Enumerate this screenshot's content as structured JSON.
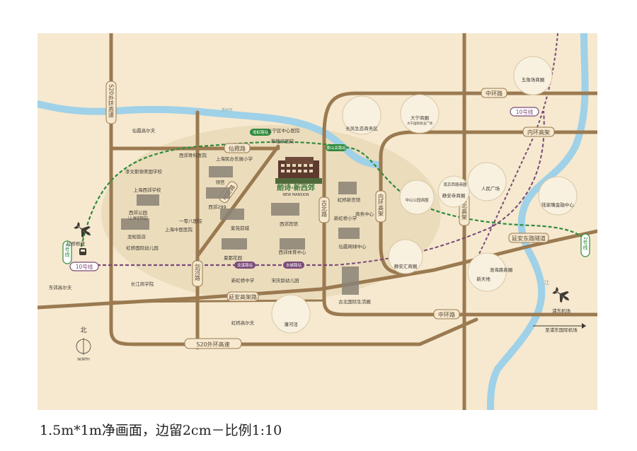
{
  "page": {
    "caption": "1.5m*1m净画面，边留2cm－比例1:10"
  },
  "colors": {
    "background": "#f6e9cf",
    "highlight_zone": "#ebdcbc",
    "road": "#9b7a51",
    "water": "#9fd1e8",
    "metro_line2": "#2f8a3c",
    "metro_line10": "#7a4a78",
    "label_text": "#3f3a33",
    "road_label_bg": "#f6e9cf"
  },
  "project": {
    "name_cn": "朗诗·新西郊",
    "name_en": "NEW MANSION"
  },
  "roads": {
    "s20_vertical": "S20外环高速",
    "s20_bottom": "S20外环高速",
    "xianxia": "仙霞路",
    "yanan_elevated": "延安高架路",
    "yanan_tunnel": "延安东路隧道",
    "zhongshan_west": "中环路",
    "zhongshan_east": "中环路",
    "inner_ring_top": "内环高架",
    "inner_ring_side": "内环高架",
    "north_south": "南北高架",
    "jianhe": "剑河路",
    "gubei": "古北路",
    "zhongshanxi": "中环路",
    "lushan": "哈密路"
  },
  "metro": {
    "line2_west": "2号线",
    "line2_east": "2号线",
    "line10_west": "10号线",
    "line10_east": "10号线",
    "stations_line2": [
      "淞虹路站",
      "娄山关路站"
    ],
    "stations_line10": [
      "龙溪路站",
      "水城路站"
    ]
  },
  "pois": {
    "hongqiao_airport": "虹桥枢纽",
    "pudong_airport": "浦东机场",
    "pudong_airport_road": "至浦东国际机场",
    "xianxia_gaoerfu": "仙霞高尔夫",
    "dongjiao_gaoerfu": "东郊高尔夫",
    "hongqiao_gaoerfu": "虹桥高尔夫",
    "changning_zhongxin": "长宁区中心医院",
    "heshan_hospital": "和睦家医院",
    "xijiao_kexue_hospital": "西郊骨科医院",
    "shanghai_minban": "上海民办东展小学",
    "lixing_shuangyu": "李文斯顿美国学校",
    "shanghai_xijiao_school": "上海西郊学校",
    "yizhi_hospital": "一零八医院",
    "xijiao_park": "西郊公园",
    "xijiao_park_sub": "（上海动物园）",
    "shanghai_zhongyi": "上海中医医院",
    "longbo_hotel": "龙柏饭店",
    "hongqiao_kindergarten": "虹桥国际幼儿园",
    "changjiang_college": "长江商学院",
    "qinggong": "领宫",
    "xijiao_299": "西郊299",
    "yuanyuan_qianqi": "紫苑前城",
    "xijiao_hotel": "西郊宾馆",
    "xiajing_garden": "夏都花园",
    "xijiao_sports": "西郊体育中心",
    "xinhongqiao_middle": "新虹桥中学",
    "songqing_kindergarten": "宋庆龄幼儿园",
    "hongqiao_mall": "虹桥新宫馆",
    "xinhongqiao_primary": "新虹桥小学",
    "shangxiao_center": "商务中心",
    "xianxia_center": "仙霞网球中心",
    "gubei_life": "古北国际生活圈",
    "caohejing": "漕河泾",
    "changfeng": "长风生态商务区",
    "daning": "大宁商圈",
    "daning_sub": "大宁国际商业广场",
    "wujiaochang": "五角场商圈",
    "zhongshan_park": "中山公园商圈",
    "jingan": "静安寺商圈",
    "nanjing_road": "南京西路商圈",
    "peoples_square": "人民广场",
    "lujiazui": "陆家嘴金融中心",
    "jingan_huilong": "静安汇商圈",
    "xintiandi": "新天地",
    "huaihai": "淮海路商圈"
  },
  "compass": {
    "north_cn": "北",
    "north_en": "NORTH"
  },
  "water": {
    "suzhou_creek": "苏州河",
    "huangpu": "江"
  }
}
